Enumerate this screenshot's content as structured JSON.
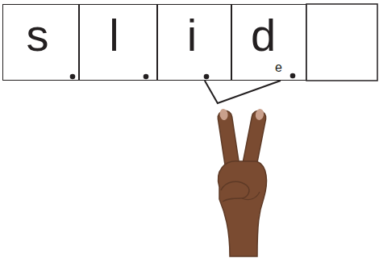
{
  "diagram": {
    "nodes": [
      {
        "text": [
          "s"
        ]
      },
      {
        "text": [
          "l"
        ]
      },
      {
        "text": [
          "i"
        ]
      },
      {
        "text": [
          "d",
          "e"
        ]
      }
    ],
    "edges": [
      {
        "from": 2,
        "to": 3,
        "arrow": "none"
      }
    ]
  }
}
